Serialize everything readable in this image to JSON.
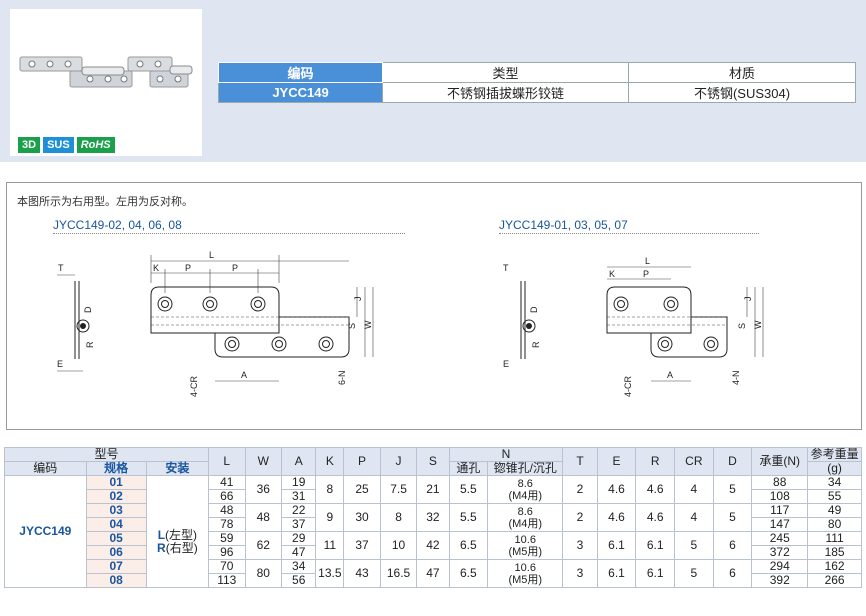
{
  "badges": [
    "3D",
    "SUS",
    "RoHS"
  ],
  "info": {
    "headers": [
      "编码",
      "类型",
      "材质"
    ],
    "code": "JYCC149",
    "type": "不锈钢插拔蝶形铰链",
    "material": "不锈钢(SUS304)"
  },
  "drawing": {
    "note": "本图所示为右用型。左用为反对称。",
    "left_title": "JYCC149-02, 04, 06, 08",
    "right_title": "JYCC149-01, 03, 05, 07",
    "labels": {
      "L": "L",
      "K": "K",
      "P": "P",
      "T": "T",
      "D": "D",
      "R": "R",
      "E": "E",
      "J": "J",
      "S": "S",
      "W": "W",
      "A": "A",
      "CR": "4-CR",
      "N": "6-N",
      "N4": "4-N"
    }
  },
  "spec": {
    "h_model": "型号",
    "h_code": "编码",
    "h_size": "规格",
    "h_mount": "安装",
    "cols": [
      "L",
      "W",
      "A",
      "K",
      "P",
      "J",
      "S"
    ],
    "h_N": "N",
    "h_N1": "通孔",
    "h_N2": "锪锥孔/沉孔",
    "cols2": [
      "T",
      "E",
      "R",
      "CR",
      "D"
    ],
    "h_load": "承重(N)",
    "h_weight": "参考重量",
    "h_weight2": "(g)",
    "code": "JYCC149",
    "mount_L": "L",
    "mount_L2": "(左型)",
    "mount_R": "R",
    "mount_R2": "(右型)",
    "rows": [
      {
        "sz": [
          "01",
          "02"
        ],
        "L": [
          "41",
          "66"
        ],
        "W": "36",
        "A": [
          "19",
          "31"
        ],
        "K": "8",
        "P": "25",
        "J": "7.5",
        "S": "21",
        "N1": "5.5",
        "N2a": "8.6",
        "N2b": "(M4用)",
        "T": "2",
        "E": "4.6",
        "R": "4.6",
        "CR": "4",
        "D": "5",
        "load": [
          "88",
          "108"
        ],
        "wt": [
          "34",
          "55"
        ]
      },
      {
        "sz": [
          "03",
          "04"
        ],
        "L": [
          "48",
          "78"
        ],
        "W": "48",
        "A": [
          "22",
          "37"
        ],
        "K": "9",
        "P": "30",
        "J": "8",
        "S": "32",
        "N1": "5.5",
        "N2a": "8.6",
        "N2b": "(M4用)",
        "T": "2",
        "E": "4.6",
        "R": "4.6",
        "CR": "4",
        "D": "5",
        "load": [
          "117",
          "147"
        ],
        "wt": [
          "49",
          "80"
        ]
      },
      {
        "sz": [
          "05",
          "06"
        ],
        "L": [
          "59",
          "96"
        ],
        "W": "62",
        "A": [
          "29",
          "47"
        ],
        "K": "11",
        "P": "37",
        "J": "10",
        "S": "42",
        "N1": "6.5",
        "N2a": "10.6",
        "N2b": "(M5用)",
        "T": "3",
        "E": "6.1",
        "R": "6.1",
        "CR": "5",
        "D": "6",
        "load": [
          "245",
          "372"
        ],
        "wt": [
          "111",
          "185"
        ]
      },
      {
        "sz": [
          "07",
          "08"
        ],
        "L": [
          "70",
          "113"
        ],
        "W": "80",
        "A": [
          "34",
          "56"
        ],
        "K": "13.5",
        "P": "43",
        "J": "16.5",
        "S": "47",
        "N1": "6.5",
        "N2a": "10.6",
        "N2b": "(M5用)",
        "T": "3",
        "E": "6.1",
        "R": "6.1",
        "CR": "5",
        "D": "6",
        "load": [
          "294",
          "392"
        ],
        "wt": [
          "162",
          "266"
        ]
      }
    ]
  }
}
